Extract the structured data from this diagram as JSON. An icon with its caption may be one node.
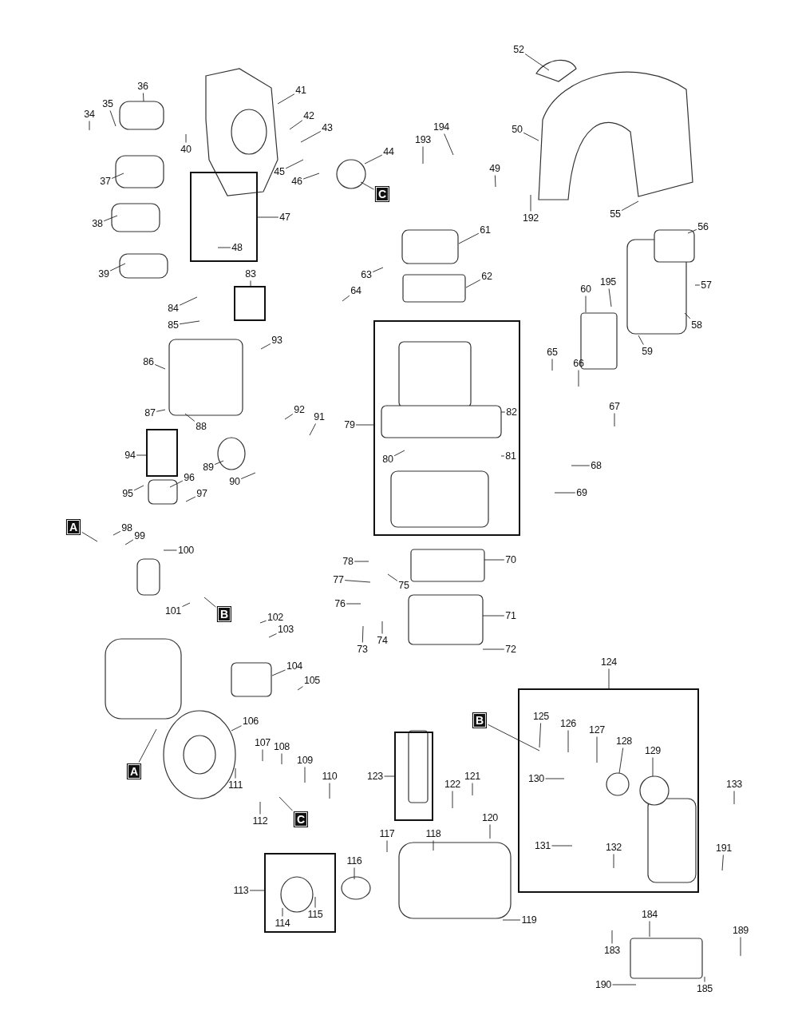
{
  "diagram": {
    "nodes": [
      {
        "text": [
          "52"
        ]
      },
      {
        "text": [
          "36"
        ]
      },
      {
        "text": [
          "41"
        ]
      },
      {
        "text": [
          "35"
        ]
      },
      {
        "text": [
          "34"
        ]
      },
      {
        "text": [
          "42"
        ]
      },
      {
        "text": [
          "194"
        ]
      },
      {
        "text": [
          "50"
        ]
      },
      {
        "text": [
          "43"
        ]
      },
      {
        "text": [
          "193"
        ]
      },
      {
        "text": [
          "40"
        ]
      },
      {
        "text": [
          "44"
        ]
      },
      {
        "text": [
          "49"
        ]
      },
      {
        "text": [
          "37"
        ]
      },
      {
        "text": [
          "45"
        ]
      },
      {
        "text": [
          "46"
        ]
      },
      {
        "text": [
          "C"
        ]
      },
      {
        "text": [
          "192"
        ]
      },
      {
        "text": [
          "55"
        ]
      },
      {
        "text": [],
        "shape": "box"
      },
      {
        "text": [
          "47"
        ]
      },
      {
        "text": [
          "48"
        ],
        "in": 19
      },
      {
        "text": [
          "38"
        ]
      },
      {
        "text": [
          "56"
        ]
      },
      {
        "text": [
          "61"
        ]
      },
      {
        "text": [
          "39"
        ]
      },
      {
        "text": [
          "63"
        ]
      },
      {
        "text": [
          "62"
        ]
      },
      {
        "text": [
          "83"
        ]
      },
      {
        "text": [],
        "shape": "box"
      },
      {
        "text": [
          "64"
        ]
      },
      {
        "text": [
          "60"
        ]
      },
      {
        "text": [
          "195"
        ]
      },
      {
        "text": [
          "57"
        ]
      },
      {
        "text": [
          "84"
        ]
      },
      {
        "text": [
          "85"
        ]
      },
      {
        "text": [
          "58"
        ]
      },
      {
        "text": [
          "93"
        ]
      },
      {
        "text": [
          "59"
        ]
      },
      {
        "text": [
          "65"
        ]
      },
      {
        "text": [
          "86"
        ]
      },
      {
        "text": [
          "66"
        ]
      },
      {
        "text": [
          "92"
        ]
      },
      {
        "text": [
          "91"
        ]
      },
      {
        "text": [
          "67"
        ]
      },
      {
        "text": [
          "87"
        ]
      },
      {
        "text": [
          "88"
        ]
      },
      {
        "text": [
          "79"
        ]
      },
      {
        "text": [],
        "shape": "box"
      },
      {
        "text": [
          "82"
        ],
        "in": 48
      },
      {
        "text": [
          "94"
        ]
      },
      {
        "text": [],
        "shape": "box"
      },
      {
        "text": [
          "80"
        ],
        "in": 48
      },
      {
        "text": [
          "81"
        ],
        "in": 48
      },
      {
        "text": [
          "68"
        ]
      },
      {
        "text": [
          "89"
        ]
      },
      {
        "text": [
          "90"
        ]
      },
      {
        "text": [
          "96"
        ]
      },
      {
        "text": [
          "95"
        ]
      },
      {
        "text": [
          "97"
        ]
      },
      {
        "text": [
          "69"
        ]
      },
      {
        "text": [
          "A"
        ]
      },
      {
        "text": [
          "98"
        ]
      },
      {
        "text": [
          "99"
        ]
      },
      {
        "text": [
          "100"
        ]
      },
      {
        "text": [
          "70"
        ]
      },
      {
        "text": [
          "78"
        ]
      },
      {
        "text": [
          "77"
        ]
      },
      {
        "text": [
          "75"
        ]
      },
      {
        "text": [
          "76"
        ]
      },
      {
        "text": [
          "71"
        ]
      },
      {
        "text": [
          "101"
        ]
      },
      {
        "text": [
          "B"
        ]
      },
      {
        "text": [
          "102"
        ]
      },
      {
        "text": [
          "103"
        ]
      },
      {
        "text": [
          "73"
        ]
      },
      {
        "text": [
          "74"
        ]
      },
      {
        "text": [
          "72"
        ]
      },
      {
        "text": [
          "104"
        ]
      },
      {
        "text": [
          "105"
        ]
      },
      {
        "text": [
          "124"
        ]
      },
      {
        "text": [],
        "shape": "box"
      },
      {
        "text": [
          "B"
        ]
      },
      {
        "text": [
          "125"
        ],
        "in": 81
      },
      {
        "text": [
          "106"
        ]
      },
      {
        "text": [
          "126"
        ],
        "in": 81
      },
      {
        "text": [
          "127"
        ],
        "in": 81
      },
      {
        "text": [
          "128"
        ],
        "in": 81
      },
      {
        "text": [
          "129"
        ],
        "in": 81
      },
      {
        "text": [
          "107"
        ]
      },
      {
        "text": [
          "108"
        ]
      },
      {
        "text": [
          "109"
        ]
      },
      {
        "text": [
          "130"
        ],
        "in": 81
      },
      {
        "text": [
          "A"
        ]
      },
      {
        "text": [
          "110"
        ]
      },
      {
        "text": [
          "123"
        ]
      },
      {
        "text": [],
        "shape": "box"
      },
      {
        "text": [
          "121"
        ]
      },
      {
        "text": [
          "122"
        ]
      },
      {
        "text": [
          "111"
        ]
      },
      {
        "text": [
          "133"
        ]
      },
      {
        "text": [
          "112"
        ]
      },
      {
        "text": [
          "C"
        ]
      },
      {
        "text": [
          "120"
        ]
      },
      {
        "text": [
          "131"
        ],
        "in": 81
      },
      {
        "text": [
          "132"
        ],
        "in": 81
      },
      {
        "text": [
          "191"
        ]
      },
      {
        "text": [
          "117"
        ]
      },
      {
        "text": [
          "118"
        ]
      },
      {
        "text": [
          "116"
        ]
      },
      {
        "text": [],
        "shape": "box"
      },
      {
        "text": [
          "113"
        ]
      },
      {
        "text": [
          "115"
        ],
        "in": 110
      },
      {
        "text": [
          "114"
        ],
        "in": 110
      },
      {
        "text": [
          "119"
        ]
      },
      {
        "text": [
          "184"
        ]
      },
      {
        "text": [
          "189"
        ]
      },
      {
        "text": [
          "183"
        ]
      },
      {
        "text": [
          "190"
        ]
      },
      {
        "text": [
          "185"
        ]
      }
    ],
    "edges": [
      {
        "from": 0,
        "to": null,
        "arrow": "none"
      },
      {
        "from": 1,
        "to": null,
        "arrow": "none"
      },
      {
        "from": 2,
        "to": null,
        "arrow": "none"
      },
      {
        "from": 3,
        "to": null,
        "arrow": "none"
      },
      {
        "from": 4,
        "to": null,
        "arrow": "none"
      },
      {
        "from": 5,
        "to": null,
        "arrow": "none"
      },
      {
        "from": 6,
        "to": null,
        "arrow": "none"
      },
      {
        "from": 7,
        "to": null,
        "arrow": "none"
      },
      {
        "from": 8,
        "to": null,
        "arrow": "none"
      },
      {
        "from": 9,
        "to": null,
        "arrow": "none"
      },
      {
        "from": 10,
        "to": null,
        "arrow": "none"
      },
      {
        "from": 11,
        "to": null,
        "arrow": "none"
      },
      {
        "from": 12,
        "to": null,
        "arrow": "none"
      },
      {
        "from": 13,
        "to": null,
        "arrow": "none"
      },
      {
        "from": 14,
        "to": null,
        "arrow": "none"
      },
      {
        "from": 15,
        "to": null,
        "arrow": "none"
      },
      {
        "from": 16,
        "to": null,
        "arrow": "none"
      },
      {
        "from": 17,
        "to": null,
        "arrow": "none"
      },
      {
        "from": 18,
        "to": null,
        "arrow": "none"
      },
      {
        "from": 20,
        "to": 19,
        "arrow": "none"
      },
      {
        "from": 21,
        "to": null,
        "arrow": "none"
      },
      {
        "from": 22,
        "to": null,
        "arrow": "none"
      },
      {
        "from": 23,
        "to": null,
        "arrow": "none"
      },
      {
        "from": 24,
        "to": null,
        "arrow": "none"
      },
      {
        "from": 25,
        "to": null,
        "arrow": "none"
      },
      {
        "from": 26,
        "to": null,
        "arrow": "none"
      },
      {
        "from": 27,
        "to": null,
        "arrow": "none"
      },
      {
        "from": 28,
        "to": 29,
        "arrow": "none"
      },
      {
        "from": 30,
        "to": null,
        "arrow": "none"
      },
      {
        "from": 31,
        "to": null,
        "arrow": "none"
      },
      {
        "from": 32,
        "to": null,
        "arrow": "none"
      },
      {
        "from": 33,
        "to": null,
        "arrow": "none"
      },
      {
        "from": 34,
        "to": null,
        "arrow": "none"
      },
      {
        "from": 35,
        "to": null,
        "arrow": "none"
      },
      {
        "from": 36,
        "to": null,
        "arrow": "none"
      },
      {
        "from": 37,
        "to": null,
        "arrow": "none"
      },
      {
        "from": 38,
        "to": null,
        "arrow": "none"
      },
      {
        "from": 39,
        "to": null,
        "arrow": "none"
      },
      {
        "from": 40,
        "to": null,
        "arrow": "none"
      },
      {
        "from": 41,
        "to": null,
        "arrow": "none"
      },
      {
        "from": 42,
        "to": null,
        "arrow": "none"
      },
      {
        "from": 43,
        "to": null,
        "arrow": "none"
      },
      {
        "from": 44,
        "to": null,
        "arrow": "none"
      },
      {
        "from": 45,
        "to": null,
        "arrow": "none"
      },
      {
        "from": 46,
        "to": null,
        "arrow": "none"
      },
      {
        "from": 47,
        "to": 48,
        "arrow": "none"
      },
      {
        "from": 49,
        "to": null,
        "arrow": "none"
      },
      {
        "from": 50,
        "to": 51,
        "arrow": "none"
      },
      {
        "from": 52,
        "to": null,
        "arrow": "none"
      },
      {
        "from": 53,
        "to": null,
        "arrow": "none"
      },
      {
        "from": 54,
        "to": null,
        "arrow": "none"
      },
      {
        "from": 55,
        "to": null,
        "arrow": "none"
      },
      {
        "from": 56,
        "to": null,
        "arrow": "none"
      },
      {
        "from": 57,
        "to": null,
        "arrow": "none"
      },
      {
        "from": 58,
        "to": null,
        "arrow": "none"
      },
      {
        "from": 59,
        "to": null,
        "arrow": "none"
      },
      {
        "from": 60,
        "to": null,
        "arrow": "none"
      },
      {
        "from": 61,
        "to": null,
        "arrow": "none"
      },
      {
        "from": 62,
        "to": null,
        "arrow": "none"
      },
      {
        "from": 63,
        "to": null,
        "arrow": "none"
      },
      {
        "from": 64,
        "to": null,
        "arrow": "none"
      },
      {
        "from": 65,
        "to": null,
        "arrow": "none"
      },
      {
        "from": 66,
        "to": null,
        "arrow": "none"
      },
      {
        "from": 67,
        "to": null,
        "arrow": "none"
      },
      {
        "from": 68,
        "to": null,
        "arrow": "none"
      },
      {
        "from": 69,
        "to": null,
        "arrow": "none"
      },
      {
        "from": 70,
        "to": null,
        "arrow": "none"
      },
      {
        "from": 71,
        "to": null,
        "arrow": "none"
      },
      {
        "from": 72,
        "to": null,
        "arrow": "none"
      },
      {
        "from": 73,
        "to": null,
        "arrow": "none"
      },
      {
        "from": 74,
        "to": null,
        "arrow": "none"
      },
      {
        "from": 75,
        "to": null,
        "arrow": "none"
      },
      {
        "from": 76,
        "to": null,
        "arrow": "none"
      },
      {
        "from": 77,
        "to": null,
        "arrow": "none"
      },
      {
        "from": 78,
        "to": null,
        "arrow": "none"
      },
      {
        "from": 79,
        "to": null,
        "arrow": "none"
      },
      {
        "from": 80,
        "to": 81,
        "arrow": "none"
      },
      {
        "from": 82,
        "to": null,
        "arrow": "none"
      },
      {
        "from": 83,
        "to": null,
        "arrow": "none"
      },
      {
        "from": 84,
        "to": null,
        "arrow": "none"
      },
      {
        "from": 85,
        "to": null,
        "arrow": "none"
      },
      {
        "from": 86,
        "to": null,
        "arrow": "none"
      },
      {
        "from": 87,
        "to": null,
        "arrow": "none"
      },
      {
        "from": 88,
        "to": null,
        "arrow": "none"
      },
      {
        "from": 89,
        "to": null,
        "arrow": "none"
      },
      {
        "from": 90,
        "to": null,
        "arrow": "none"
      },
      {
        "from": 91,
        "to": null,
        "arrow": "none"
      },
      {
        "from": 92,
        "to": null,
        "arrow": "none"
      },
      {
        "from": 93,
        "to": null,
        "arrow": "none"
      },
      {
        "from": 94,
        "to": null,
        "arrow": "none"
      },
      {
        "from": 95,
        "to": 96,
        "arrow": "none"
      },
      {
        "from": 97,
        "to": null,
        "arrow": "none"
      },
      {
        "from": 98,
        "to": null,
        "arrow": "none"
      },
      {
        "from": 99,
        "to": null,
        "arrow": "none"
      },
      {
        "from": 100,
        "to": null,
        "arrow": "none"
      },
      {
        "from": 101,
        "to": null,
        "arrow": "none"
      },
      {
        "from": 102,
        "to": null,
        "arrow": "none"
      },
      {
        "from": 103,
        "to": null,
        "arrow": "none"
      },
      {
        "from": 104,
        "to": null,
        "arrow": "none"
      },
      {
        "from": 105,
        "to": null,
        "arrow": "none"
      },
      {
        "from": 106,
        "to": null,
        "arrow": "none"
      },
      {
        "from": 107,
        "to": null,
        "arrow": "none"
      },
      {
        "from": 108,
        "to": null,
        "arrow": "none"
      },
      {
        "from": 109,
        "to": null,
        "arrow": "none"
      },
      {
        "from": 111,
        "to": 110,
        "arrow": "none"
      },
      {
        "from": 112,
        "to": null,
        "arrow": "none"
      },
      {
        "from": 113,
        "to": null,
        "arrow": "none"
      },
      {
        "from": 114,
        "to": null,
        "arrow": "none"
      },
      {
        "from": 115,
        "to": null,
        "arrow": "none"
      },
      {
        "from": 116,
        "to": null,
        "arrow": "none"
      },
      {
        "from": 117,
        "to": null,
        "arrow": "none"
      },
      {
        "from": 118,
        "to": null,
        "arrow": "none"
      },
      {
        "from": 119,
        "to": null,
        "arrow": "none"
      }
    ]
  }
}
